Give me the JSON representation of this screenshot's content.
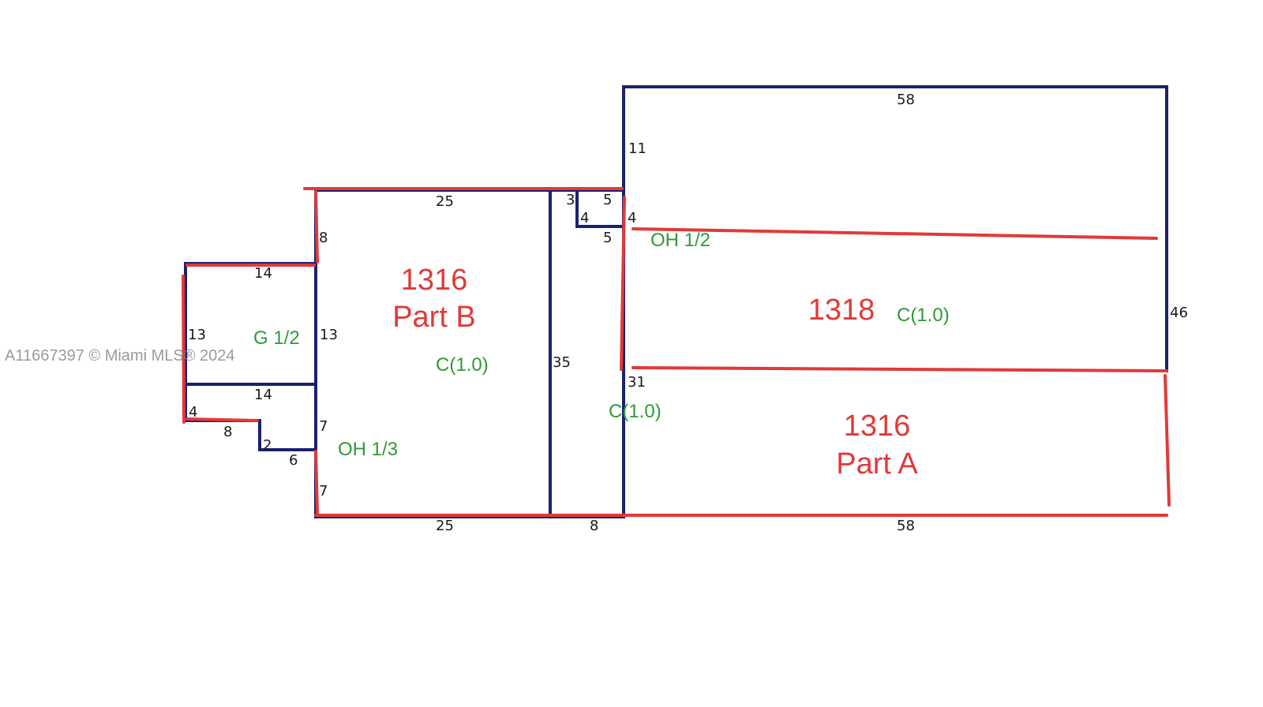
{
  "watermark": "A11667397 © Miami MLS® 2024",
  "colors": {
    "outline": "#1a2170",
    "unit_line": "#e03a3a",
    "unit_label": "#e03a3a",
    "area_code": "#2e9a35",
    "dimension": "#1a1a1a"
  },
  "units": [
    {
      "number": "1316",
      "part": "Part B"
    },
    {
      "number": "1318",
      "part": ""
    },
    {
      "number": "1316",
      "part": "Part A"
    }
  ],
  "area_codes": [
    "G 1/2",
    "C(1.0)",
    "OH 1/3",
    "OH 1/2",
    "C(1.0)",
    "C(1.0)"
  ],
  "dimensions": [
    "58",
    "11",
    "25",
    "3",
    "5",
    "4",
    "4",
    "5",
    "8",
    "14",
    "13",
    "13",
    "35",
    "46",
    "31",
    "14",
    "4",
    "8",
    "2",
    "6",
    "7",
    "7",
    "25",
    "8",
    "58"
  ]
}
